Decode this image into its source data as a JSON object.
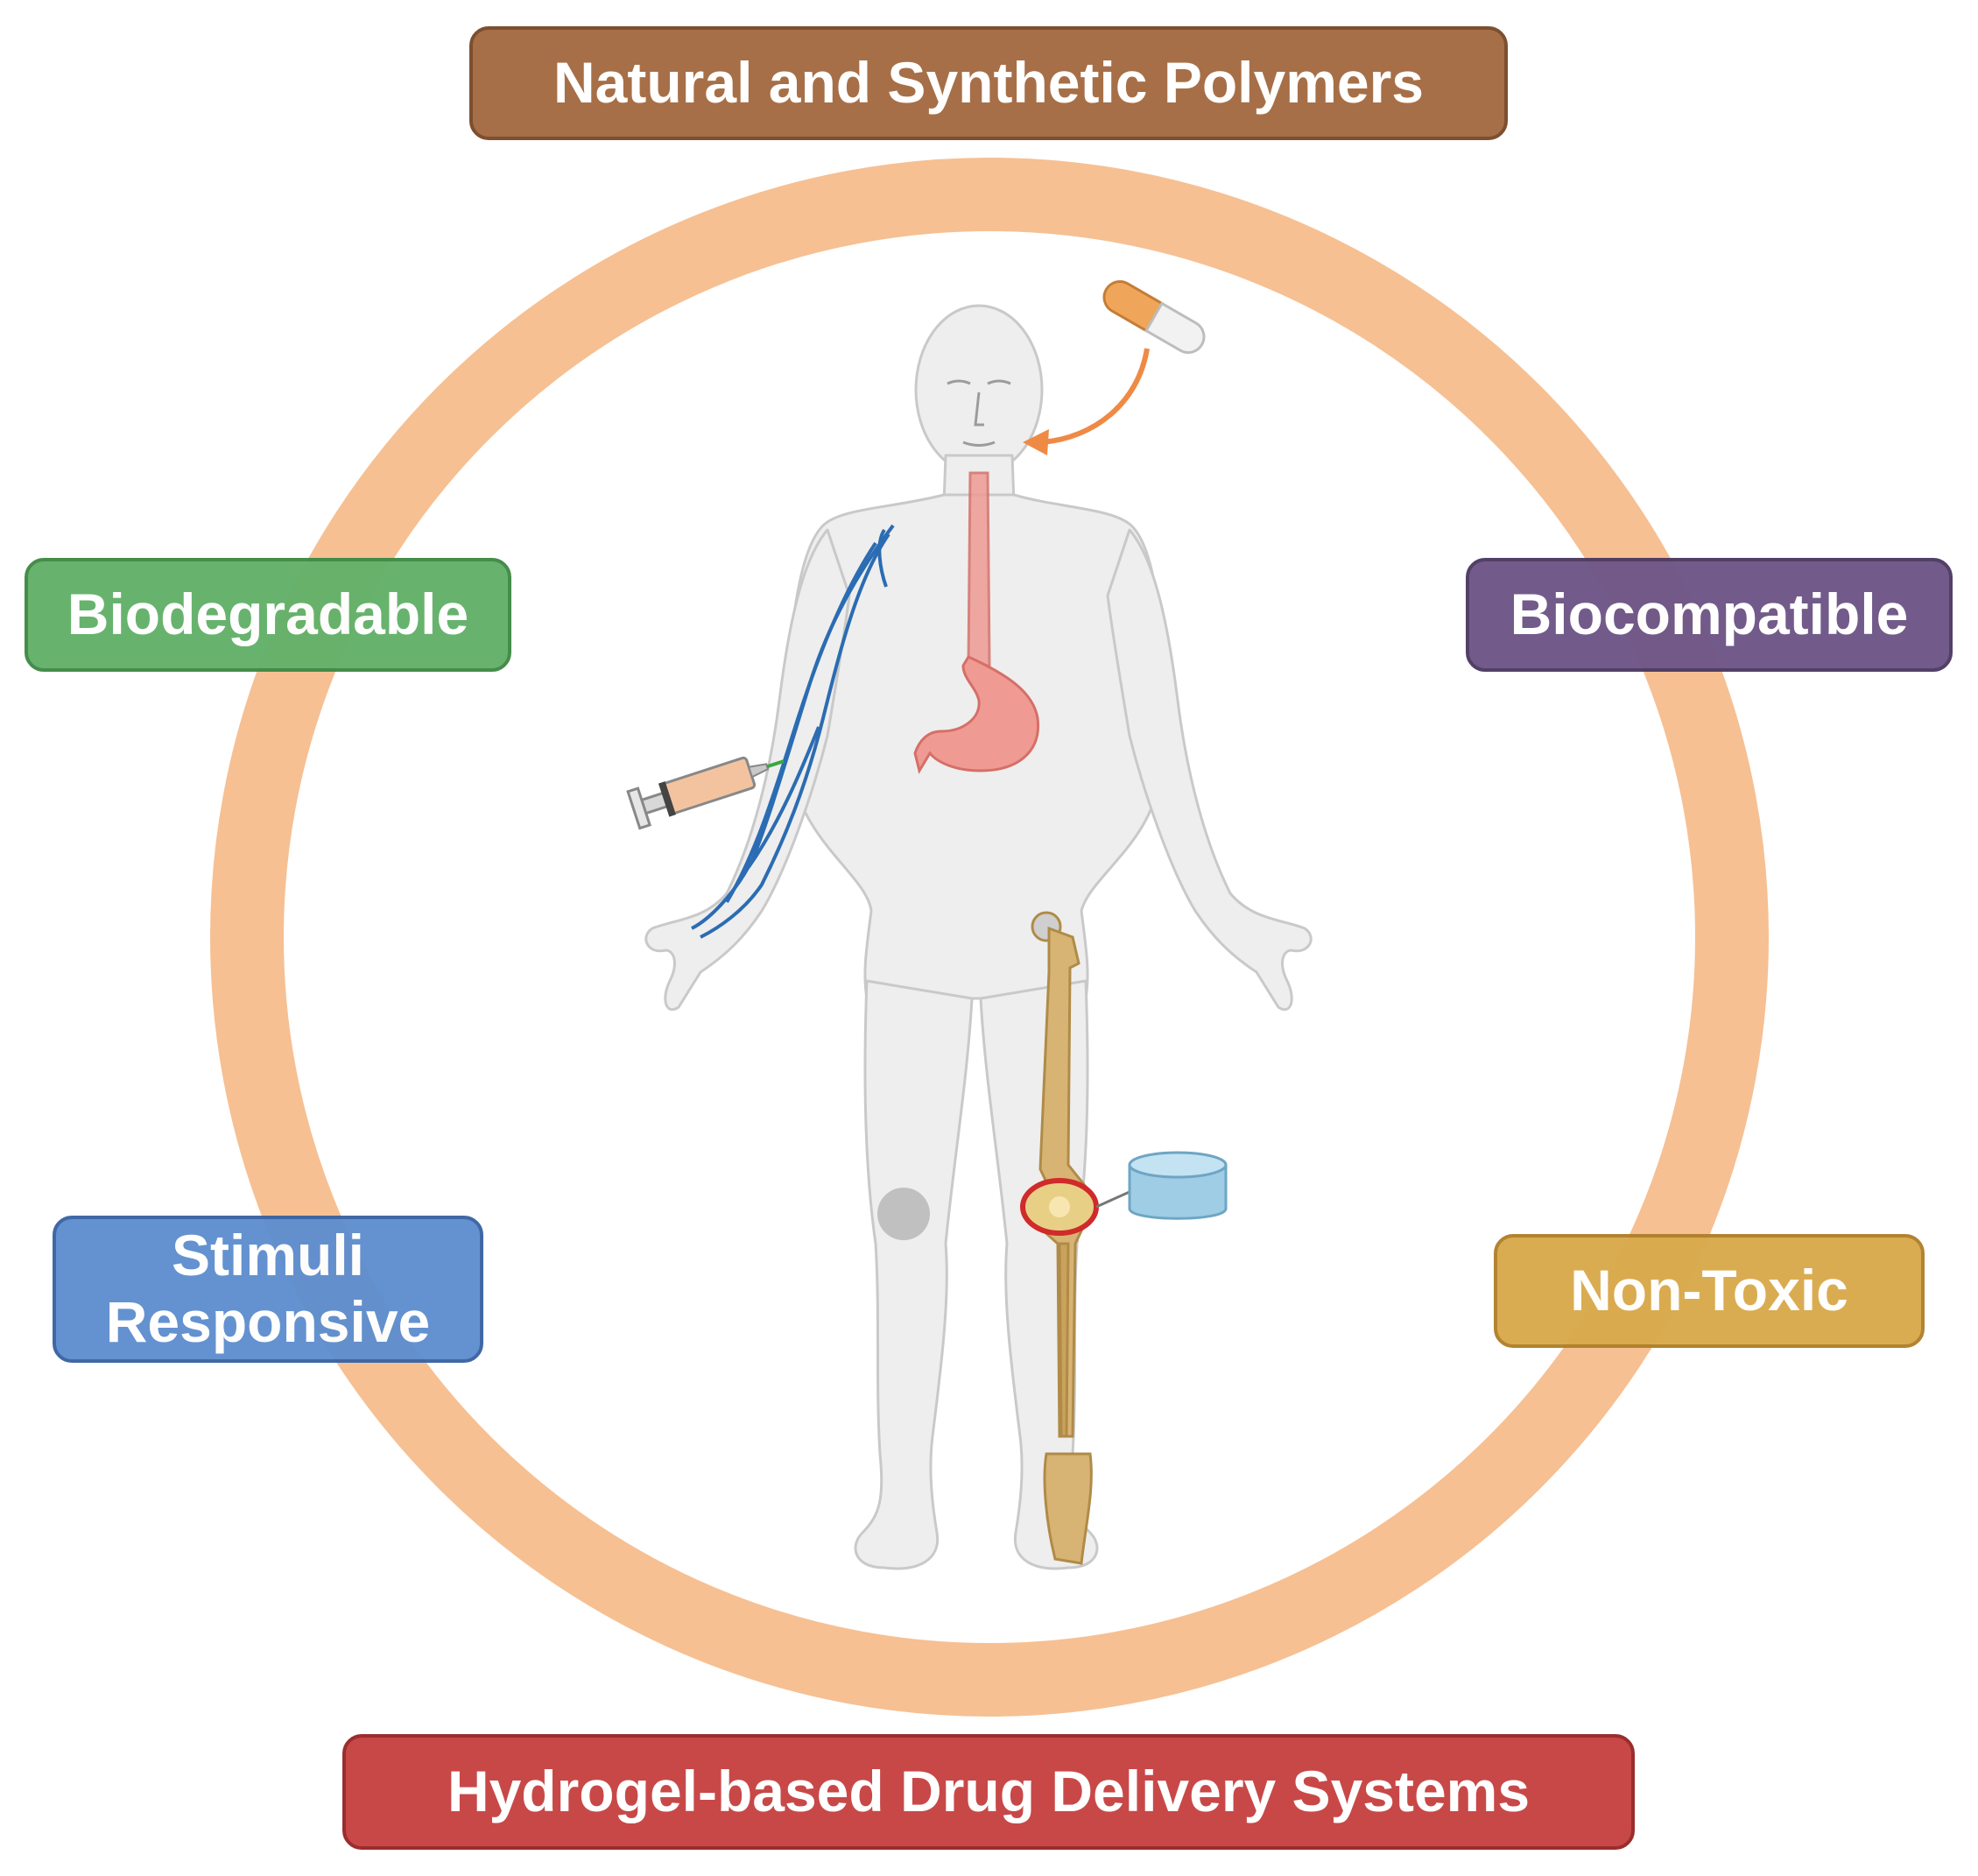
{
  "labels": {
    "top": "Natural and Synthetic Polymers",
    "left": "Biodegradable",
    "right": "Biocompatible",
    "stimuli_line1": "Stimuli",
    "stimuli_line2": "Responsive",
    "nontoxic": "Non-Toxic",
    "bottom": "Hydrogel-based Drug Delivery Systems"
  },
  "colors": {
    "ring": "#f6c093",
    "top_box": "#a76f47",
    "biodegradable_box": "#63b16a",
    "biocompatible_box": "#6e5687",
    "stimuli_box": "#5f8fcf",
    "nontoxic_box": "#d9aa4c",
    "bottom_box": "#c84848",
    "body_skin": "#ededed",
    "veins": "#2b6cb3",
    "stomach": "#ef9a93",
    "bone": "#d8b474",
    "pill": "#f0a65a",
    "arrow": "#ef8a45",
    "hydrogel": "#9fcde6"
  },
  "icons": [
    "human-body-icon",
    "capsule-pill-icon",
    "syringe-icon",
    "stomach-icon",
    "leg-bone-icon",
    "knee-joint-icon",
    "hydrogel-disc-icon",
    "arrow-icon"
  ]
}
